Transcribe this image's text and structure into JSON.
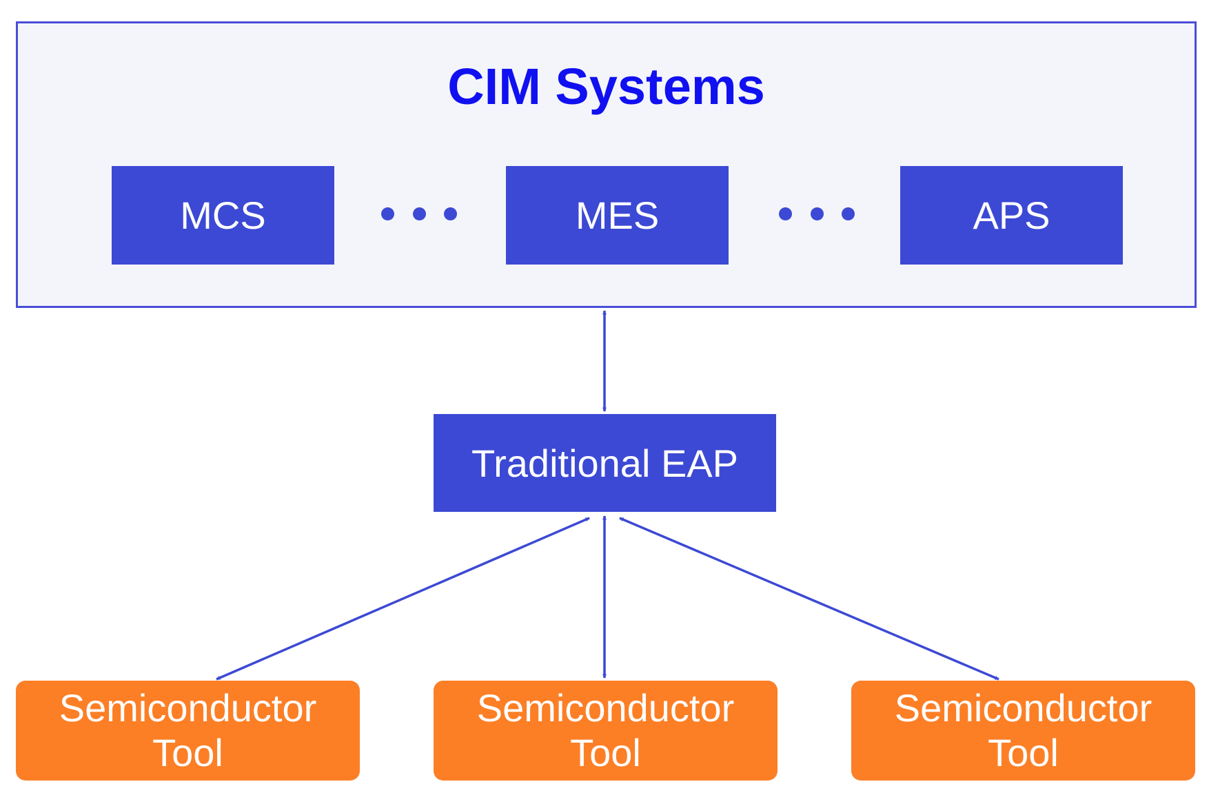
{
  "diagram": {
    "cim": {
      "title": "CIM Systems",
      "systems": [
        {
          "label": "MCS"
        },
        {
          "label": "MES"
        },
        {
          "label": "APS"
        }
      ]
    },
    "eap": {
      "label": "Traditional EAP"
    },
    "tools": [
      {
        "line1": "Semiconductor",
        "line2": "Tool"
      },
      {
        "line1": "Semiconductor",
        "line2": "Tool"
      },
      {
        "line1": "Semiconductor",
        "line2": "Tool"
      }
    ],
    "colors": {
      "panel_border": "#4a4ed8",
      "panel_background": "#f4f5fa",
      "title": "#1010f0",
      "system_box": "#3c49d4",
      "tool_box": "#fc7f26",
      "arrow": "#3c49d4"
    }
  }
}
